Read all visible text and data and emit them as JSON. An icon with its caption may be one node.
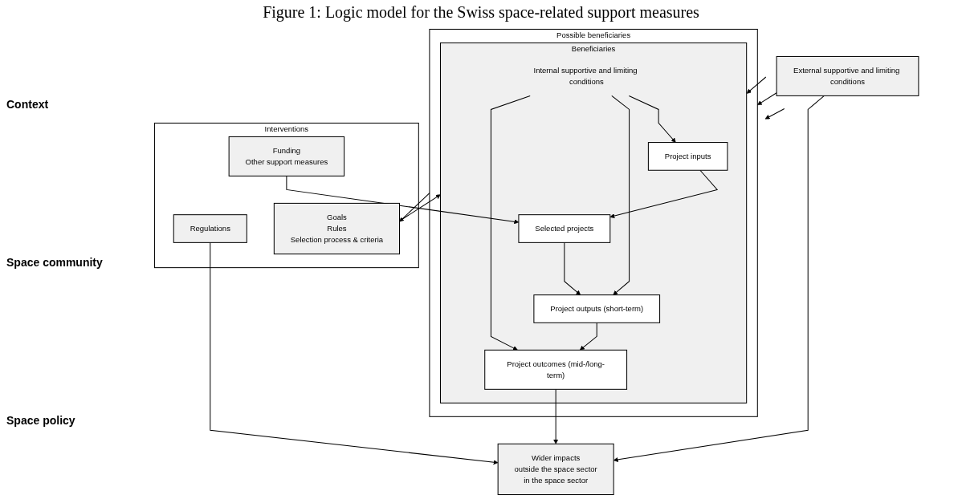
{
  "diagram": {
    "title": "Figure 1: Logic model for the Swiss space-related support measures",
    "nodes": [
      {
        "text": [
          "External supportive and limiting conditions"
        ]
      },
      {
        "text": [
          "Wider impacts",
          "outside the space sector",
          "in the space sector"
        ]
      },
      {
        "text": [
          "Possible beneficiaries"
        ]
      },
      {
        "text": [
          "Beneficiaries"
        ],
        "in": 2
      },
      {
        "text": [
          "Project inputs"
        ],
        "in": 3
      },
      {
        "text": [
          "Internal supportive and limiting conditions"
        ],
        "in": 3
      },
      {
        "text": [
          "Selected projects"
        ],
        "in": 3
      },
      {
        "text": [
          "Project outputs (short-term)"
        ],
        "in": 3
      },
      {
        "text": [
          "Project outcomes (mid-/long-term)"
        ],
        "in": 3
      },
      {
        "text": [
          "Interventions"
        ]
      },
      {
        "text": [
          "Goals",
          "Rules",
          "Selection process & criteria"
        ],
        "in": 9
      },
      {
        "text": [
          "Funding",
          "Other support measures"
        ],
        "in": 9
      },
      {
        "text": [
          "Regulations"
        ],
        "in": 9
      }
    ],
    "edges": [
      {
        "from": 0,
        "to": 1,
        "arrow": "to"
      },
      {
        "from": 0,
        "to": 2,
        "arrow": "to"
      },
      {
        "from": 0,
        "to": 2,
        "arrow": "to"
      },
      {
        "from": 0,
        "to": 2,
        "arrow": "to"
      },
      {
        "from": 2,
        "to": 10,
        "arrow": "to"
      },
      {
        "from": 10,
        "to": 3,
        "arrow": "to"
      },
      {
        "from": 5,
        "to": 4,
        "arrow": "to"
      },
      {
        "from": 5,
        "to": 7,
        "arrow": "to"
      },
      {
        "from": 5,
        "to": 8,
        "arrow": "to"
      },
      {
        "from": 4,
        "to": 6,
        "arrow": "to"
      },
      {
        "from": 6,
        "to": 7,
        "arrow": "to"
      },
      {
        "from": 7,
        "to": 8,
        "arrow": "to"
      },
      {
        "from": 8,
        "to": 1,
        "arrow": "to"
      },
      {
        "from": 11,
        "to": 6,
        "arrow": "to"
      },
      {
        "from": 12,
        "to": 1,
        "arrow": "to"
      }
    ],
    "labels": [
      "Context",
      "Space community",
      "Space policy"
    ]
  }
}
